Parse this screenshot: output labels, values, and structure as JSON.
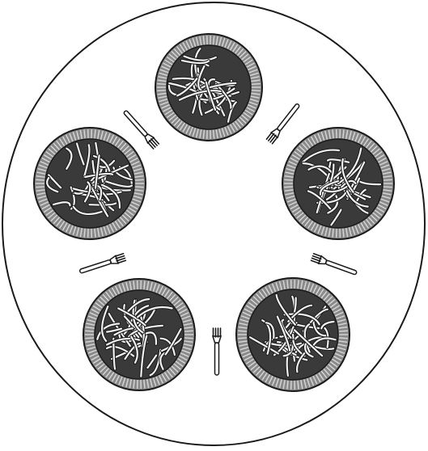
{
  "scene": {
    "table": {
      "shape": "circle",
      "fill": "#ffffff",
      "stroke": "#1a1a1a"
    },
    "plates": [
      {
        "id": "plate-1",
        "content": "spaghetti"
      },
      {
        "id": "plate-2",
        "content": "spaghetti"
      },
      {
        "id": "plate-3",
        "content": "spaghetti"
      },
      {
        "id": "plate-4",
        "content": "spaghetti"
      },
      {
        "id": "plate-5",
        "content": "spaghetti"
      }
    ],
    "forks": [
      {
        "id": "fork-1"
      },
      {
        "id": "fork-2"
      },
      {
        "id": "fork-3"
      },
      {
        "id": "fork-4"
      },
      {
        "id": "fork-5"
      }
    ],
    "colors": {
      "ink": "#1a1a1a",
      "rim": "#4a4a4a",
      "rim_light": "#d8d8d8",
      "noodle_dark": "#3a3a3a",
      "noodle_light": "#f2f2f2",
      "plate_bg": "#8a8a8a"
    }
  }
}
